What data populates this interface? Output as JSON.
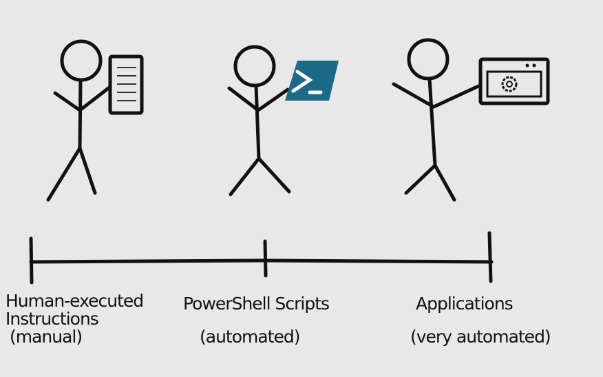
{
  "stages": [
    {
      "label_lines": [
        "Human-executed",
        "Instructions",
        "(manual)"
      ],
      "held_item": "document-icon"
    },
    {
      "label_lines": [
        "PowerShell Scripts",
        "(automated)"
      ],
      "held_item": "powershell-icon"
    },
    {
      "label_lines": [
        "Applications",
        "(very automated)"
      ],
      "held_item": "application-window-icon"
    }
  ],
  "colors": {
    "background": "#e8e8e8",
    "ink": "#111111",
    "powershell": "#1d6a88"
  }
}
